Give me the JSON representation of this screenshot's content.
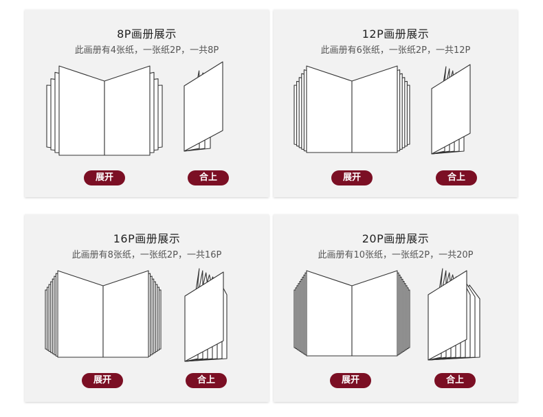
{
  "cards": [
    {
      "title": "8P画册展示",
      "subtitle": "此画册有4张纸，一张纸2P，一共8P",
      "open_label": "展开",
      "close_label": "合上",
      "sheets": 4
    },
    {
      "title": "12P画册展示",
      "subtitle": "此画册有6张纸，一张纸2P，一共12P",
      "open_label": "展开",
      "close_label": "合上",
      "sheets": 6
    },
    {
      "title": "16P画册展示",
      "subtitle": "此画册有8张纸，一张纸2P，一共16P",
      "open_label": "展开",
      "close_label": "合上",
      "sheets": 8
    },
    {
      "title": "20P画册展示",
      "subtitle": "此画册有10张纸，一张纸2P，一共20P",
      "open_label": "展开",
      "close_label": "合上",
      "sheets": 10
    }
  ]
}
